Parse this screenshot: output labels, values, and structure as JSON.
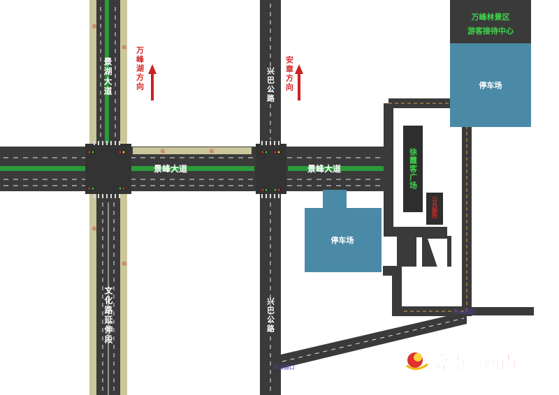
{
  "colors": {
    "road": "#3a3a3a",
    "sidewalk": "#cbc79a",
    "median": "#2a9a3a",
    "lane_line": "#e8e8e8",
    "parking": "#4b8aa6",
    "arrow": "#c82323",
    "dashed_line": "#d9a441"
  },
  "roads": {
    "jinghu": "景湖大道",
    "jingfeng_1": "景峰大道",
    "jingfeng_2": "景峰大道",
    "xingba_north": "兴巴公路",
    "xingba_south": "兴巴公路",
    "wenhua": "文化路延伸段"
  },
  "directions": {
    "wanfenghu": "万峰湖方向",
    "anzhang": "安章方向"
  },
  "places": {
    "visitor_center_line1": "万峰林景区",
    "visitor_center_line2": "游客接待中心",
    "parking_1": "停车场",
    "parking_2": "停车场",
    "xuxiake_square": "徐霞客广场",
    "public_toilet": "公共厕所"
  },
  "junctions": {
    "dongshan": "东山路口",
    "huanshan": "环山路口"
  },
  "sidewalk_marks": {
    "mark": "临"
  },
  "watermark": {
    "brand": "亮点黔西南"
  }
}
